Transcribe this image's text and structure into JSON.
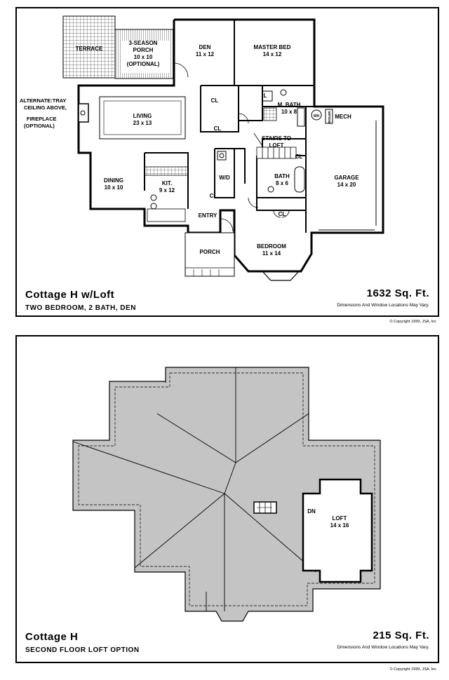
{
  "plan1": {
    "title": "Cottage H w/Loft",
    "subtitle": "TWO BEDROOM, 2 BATH, DEN",
    "area": "1632 Sq. Ft.",
    "note": "Dimensions And Window Locations May Vary.",
    "copyright": "Copyright 1999, JSA, Inc",
    "rooms": {
      "terrace": "TERRACE",
      "porch3_a": "3-SEASON",
      "porch3_b": "PORCH",
      "porch3_c": "10 x 10",
      "porch3_d": "(OPTIONAL)",
      "den": "DEN",
      "den_dim": "11 x 12",
      "master": "MASTER BED",
      "master_dim": "14 x 12",
      "alt_a": "ALTERNATE:TRAY",
      "alt_b": "CEILING ABOVE,",
      "fire_a": "FIREPLACE",
      "fire_b": "(OPTIONAL)",
      "living": "LIVING",
      "living_dim": "23 x 13",
      "mbath": "M. BATH",
      "mbath_dim": "10 x 8",
      "wh": "WH",
      "boiler": "BOILER",
      "mech": "MECH",
      "cl": "CL",
      "stairs_a": "STAIRS TO",
      "stairs_b": "LOFT",
      "dining": "DINING",
      "dining_dim": "10 x 10",
      "kit": "KIT.",
      "kit_dim": "9 x 12",
      "wd": "W/D",
      "bath": "BATH",
      "bath_dim": "8 x 6",
      "garage": "GARAGE",
      "garage_dim": "14 x 20",
      "entry": "ENTRY",
      "porch": "PORCH",
      "bedroom": "BEDROOM",
      "bedroom_dim": "11 x 14",
      "l": "L"
    }
  },
  "plan2": {
    "title": "Cottage H",
    "subtitle": "SECOND FLOOR LOFT OPTION",
    "area": "215 Sq. Ft.",
    "note": "Dimensions And Window Locations May Vary.",
    "copyright": "Copyright 1999, JSA, Inc",
    "rooms": {
      "dn": "DN",
      "loft": "LOFT",
      "loft_dim": "14 x 16"
    }
  },
  "colors": {
    "roof": "#c4c4c4",
    "wall": "#000000",
    "paper": "#ffffff"
  }
}
